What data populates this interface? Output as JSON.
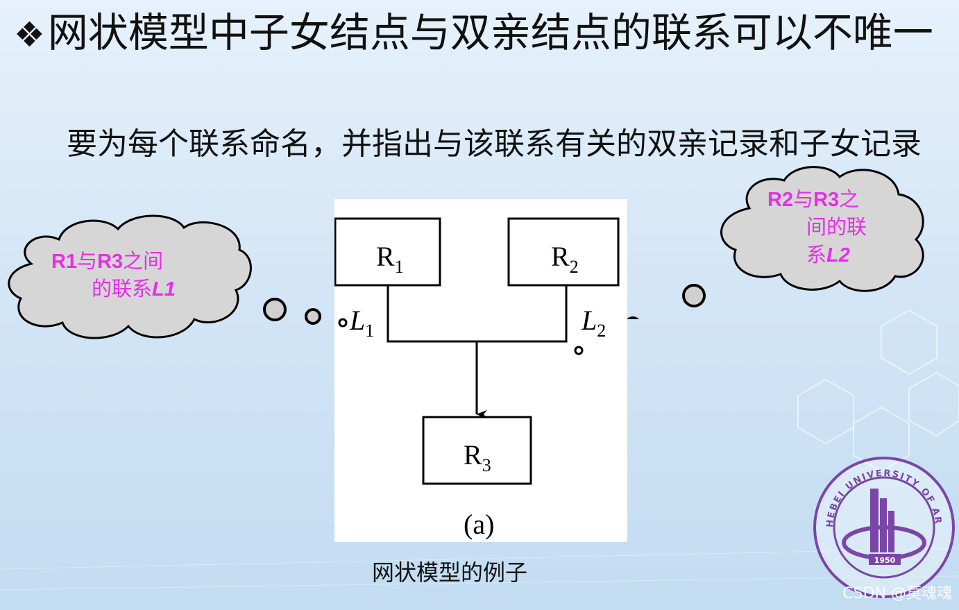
{
  "slide": {
    "title_bullet": "❖",
    "title": "网状模型中子女结点与双亲结点的联系可以不唯一",
    "subtitle": "要为每个联系命名，并指出与该联系有关的双亲记录和子女记录",
    "caption": "网状模型的例子"
  },
  "figure": {
    "r1_base": "R",
    "r1_sub": "1",
    "r2_base": "R",
    "r2_sub": "2",
    "r3_base": "R",
    "r3_sub": "3",
    "l1_base": "L",
    "l1_sub": "1",
    "l2_base": "L",
    "l2_sub": "2",
    "label": "(a)"
  },
  "bubble_left": {
    "line1_a": "R1",
    "line1_b": "与",
    "line1_c": "R3",
    "line1_d": "之间",
    "line2_a": "的联系",
    "line2_b": "L1"
  },
  "bubble_right": {
    "line1_a": "R2",
    "line1_b": "与",
    "line1_c": "R3",
    "line1_d": "之",
    "line2": "间的联",
    "line3_a": "系",
    "line3_b": "L2"
  },
  "logo": {
    "top_text": "HEBEI UNIVERSITY OF ARCHITECTURE",
    "year": "1950"
  },
  "watermark": "CSDN @莫魂魂",
  "colors": {
    "bubble_text": "#e62ee6",
    "logo": "#7a46a8",
    "background": "#d4e6f6"
  }
}
